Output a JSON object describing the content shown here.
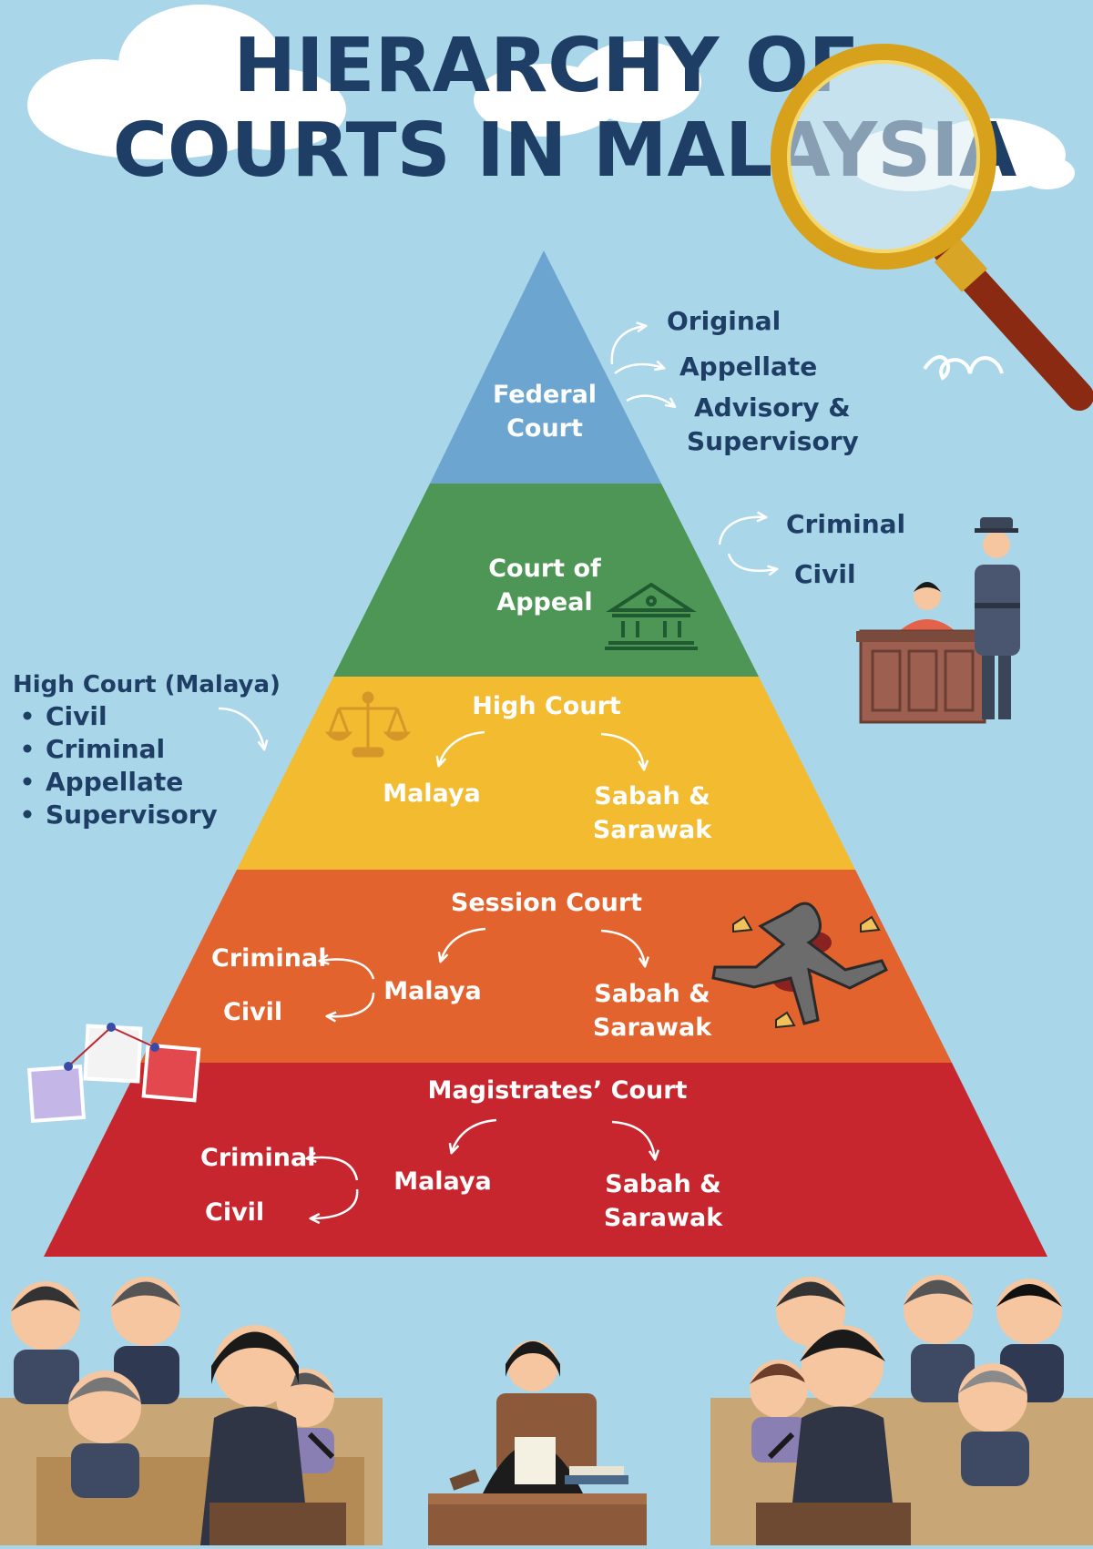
{
  "title": {
    "line1": "HIERARCHY OF",
    "line2": "COURTS IN MALAYSIA"
  },
  "colors": {
    "background": "#a9d6e8",
    "title": "#1f3e66",
    "federal": "#6ba5d0",
    "appeal": "#4e9655",
    "high": "#f2bb30",
    "session": "#e2632d",
    "magistrates": "#c7262e",
    "side_text": "#1f3e66"
  },
  "tiers": {
    "federal": {
      "name_line1": "Federal",
      "name_line2": "Court",
      "jurisdictions": [
        "Original",
        "Appellate",
        "Advisory &",
        "Supervisory"
      ]
    },
    "appeal": {
      "name_line1": "Court of",
      "name_line2": "Appeal",
      "icon": "courthouse-icon",
      "jurisdictions": [
        "Criminal",
        "Civil"
      ]
    },
    "high": {
      "name": "High Court",
      "icon": "scales-icon",
      "left": "Malaya",
      "right_line1": "Sabah &",
      "right_line2": "Sarawak"
    },
    "session": {
      "name": "Session Court",
      "left": "Malaya",
      "right_line1": "Sabah &",
      "right_line2": "Sarawak",
      "branches": [
        "Criminal",
        "Civil"
      ]
    },
    "magistrates": {
      "name": "Magistrates’ Court",
      "left": "Malaya",
      "right_line1": "Sabah &",
      "right_line2": "Sarawak",
      "branches": [
        "Criminal",
        "Civil"
      ]
    }
  },
  "high_court_malaya_note": {
    "heading": "High Court (Malaya)",
    "items": [
      "Civil",
      "Criminal",
      "Appellate",
      "Supervisory"
    ]
  },
  "illustrations": [
    "magnifying-glass-icon",
    "clouds",
    "defendant-and-police-officer",
    "crime-scene-outline",
    "evidence-board",
    "courtroom-audience-left",
    "judge-at-bench",
    "courtroom-audience-right"
  ]
}
